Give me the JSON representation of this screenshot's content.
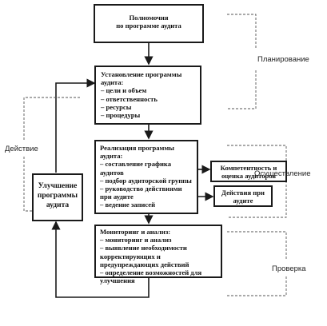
{
  "boxes": {
    "authority": {
      "line1": "Полномочия",
      "line2": "по программе аудита"
    },
    "establish": {
      "title": "Установление программы аудита:",
      "items": [
        "цели и объем",
        "ответственность",
        "ресурсы",
        "процедуры"
      ]
    },
    "implement": {
      "title": "Реализация программы аудита:",
      "items": [
        "составление графика аудитов",
        "подбор аудиторской группы",
        "руководство действиями при аудите",
        "ведение записей"
      ]
    },
    "monitor": {
      "title": "Мониторинг и анализ:",
      "items": [
        "мониторинг и анализ",
        "выявление необходимости корректирующих и предупреждающих действий",
        "определение возможностей для улучшения"
      ]
    },
    "improve": {
      "text": "Улучшение программы аудита"
    },
    "competence": {
      "text": "Компетентность и оценка аудиторов"
    },
    "actions": {
      "text": "Действия при аудите"
    }
  },
  "side_labels": {
    "planning": "Планирование",
    "doing": "Осуществление",
    "checking": "Проверка",
    "acting": "Действие"
  }
}
